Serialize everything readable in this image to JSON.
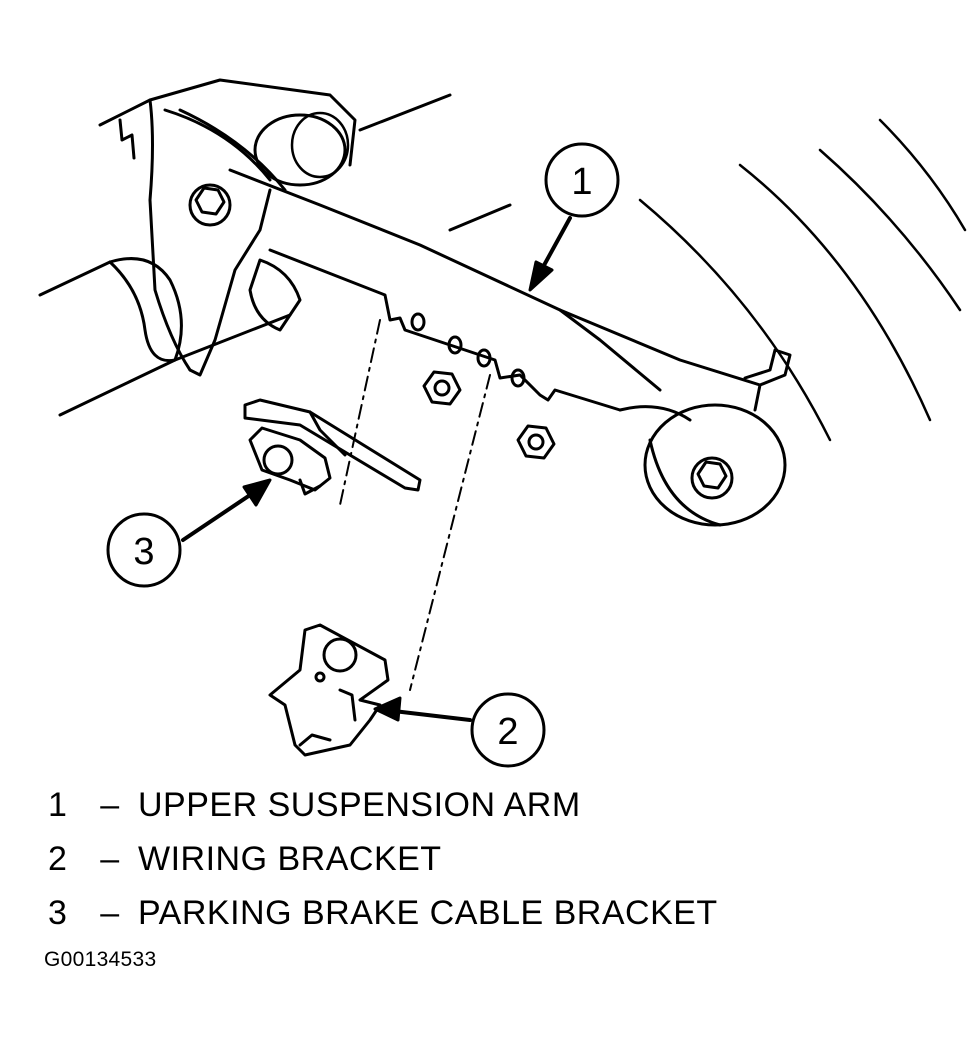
{
  "figure": {
    "callouts": [
      {
        "number": "1"
      },
      {
        "number": "2"
      },
      {
        "number": "3"
      }
    ]
  },
  "legend": [
    {
      "number": "1",
      "dash": "–",
      "label": "UPPER SUSPENSION ARM"
    },
    {
      "number": "2",
      "dash": "–",
      "label": "WIRING BRACKET"
    },
    {
      "number": "3",
      "dash": "–",
      "label": "PARKING BRAKE CABLE BRACKET"
    }
  ],
  "figure_id": "G00134533",
  "colors": {
    "ink": "#000000",
    "paper": "#ffffff"
  }
}
